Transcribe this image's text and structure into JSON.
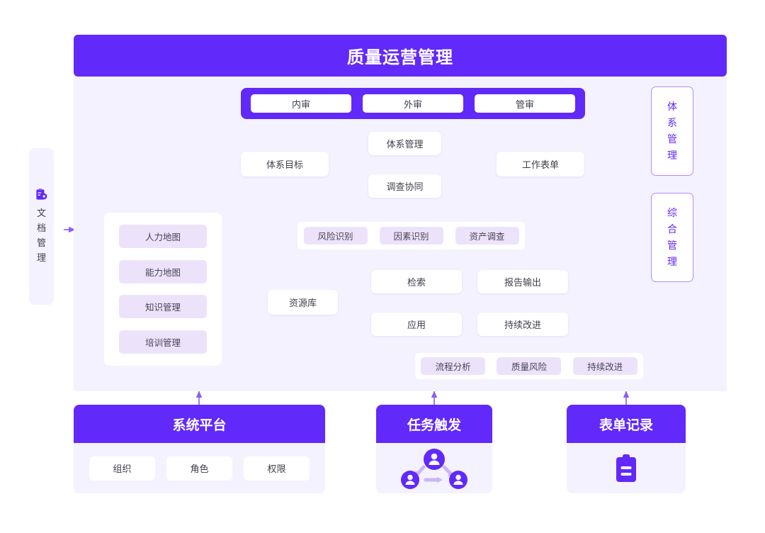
{
  "header": {
    "title": "质量运营管理"
  },
  "audit": {
    "items": [
      {
        "label": "内审"
      },
      {
        "label": "外审"
      },
      {
        "label": "管审"
      }
    ]
  },
  "left_rail": {
    "icon": "clipboard-gear-icon",
    "label": "文档管理",
    "arrow": "arrow-right-icon"
  },
  "right_rail": {
    "items": [
      {
        "label": "体系管理"
      },
      {
        "label": "综合管理"
      }
    ]
  },
  "flow": {
    "goal": {
      "label": "体系目标"
    },
    "system": {
      "label": "体系管理"
    },
    "survey": {
      "label": "调查协同"
    },
    "worksheet": {
      "label": "工作表单"
    },
    "identify_chips": [
      {
        "label": "风险识别"
      },
      {
        "label": "因素识别"
      },
      {
        "label": "资产调查"
      }
    ],
    "resource": {
      "label": "资源库"
    },
    "search": {
      "label": "检索"
    },
    "apply": {
      "label": "应用"
    },
    "report": {
      "label": "报告输出"
    },
    "improve": {
      "label": "持续改进"
    },
    "analysis_chips": [
      {
        "label": "流程分析"
      },
      {
        "label": "质量风险"
      },
      {
        "label": "持续改进"
      }
    ],
    "map_items": [
      {
        "label": "人力地图"
      },
      {
        "label": "能力地图"
      },
      {
        "label": "知识管理"
      },
      {
        "label": "培训管理"
      }
    ]
  },
  "bottom": {
    "cards": [
      {
        "title": "系统平台",
        "icon": "",
        "pills": [
          {
            "label": "组织"
          },
          {
            "label": "角色"
          },
          {
            "label": "权限"
          }
        ]
      },
      {
        "title": "任务触发",
        "icon": "workflow-users-icon",
        "pills": []
      },
      {
        "title": "表单记录",
        "icon": "clipboard-icon",
        "pills": []
      }
    ]
  },
  "colors": {
    "primary": "#6129fa",
    "panel": "#f4f2fe",
    "chip": "#ece3fb",
    "line": "#8b5cf6",
    "text": "#3f3f4d"
  }
}
